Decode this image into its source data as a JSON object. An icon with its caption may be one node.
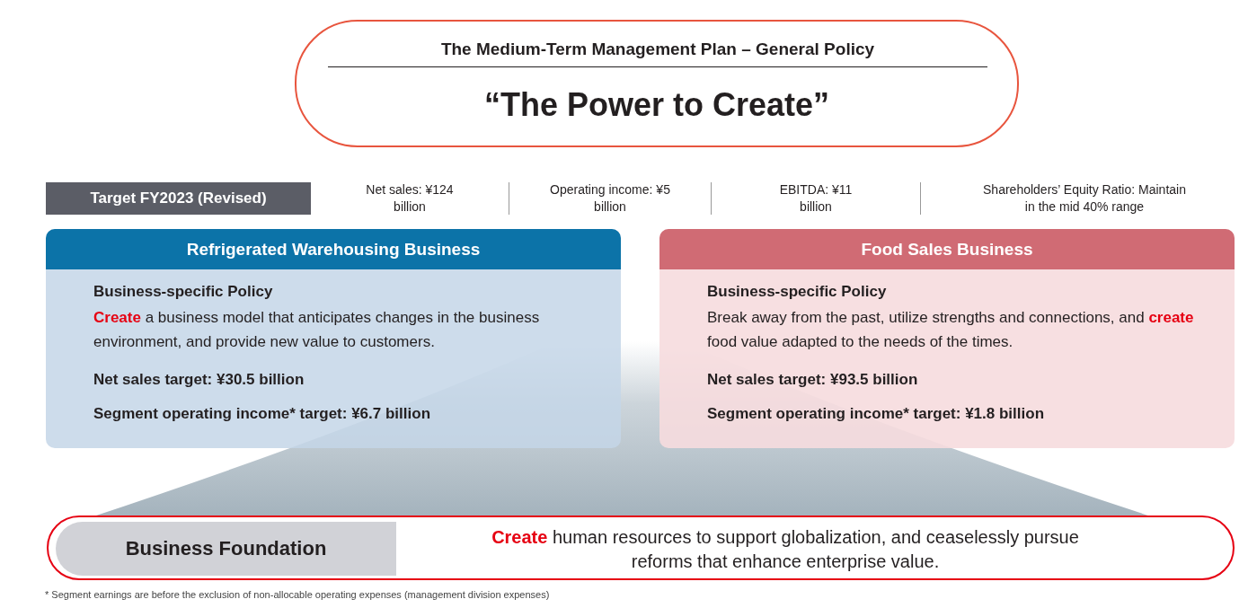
{
  "diagram": {
    "nodes": [
      {
        "text": [
          "The Medium-Term Management Plan – General Policy",
          "“The Power to Create”"
        ]
      },
      {
        "text": [
          "Target FY2023 (Revised)"
        ]
      },
      {
        "text": [
          "Refrigerated Warehousing Business",
          "Business-specific Policy",
          "**Create** a business model that anticipates changes in the business environment, and provide new value to customers.",
          "Net sales target: ¥30.5 billion",
          "Segment operating income* target: ¥6.7 billion"
        ]
      },
      {
        "text": [
          "Food Sales Business",
          "Business-specific Policy",
          "Break away from the past, utilize strengths and connections, and **create** food value adapted to the needs of the times.",
          "Net sales target: ¥93.5 billion",
          "Segment operating income* target: ¥1.8 billion"
        ]
      },
      {
        "text": [
          "**Create** human resources to support globalization, and ceaselessly pursue reforms that enhance enterprise value."
        ]
      },
      {
        "text": [
          "Business Foundation"
        ],
        "in": 4
      }
    ],
    "edges": [],
    "labels": [
      "Net sales: ¥124 billion",
      "Operating income: ¥5 billion",
      "EBITDA: ¥11 billion",
      "Shareholders’ Equity Ratio: Maintain in the mid 40% range",
      "* Segment earnings are before the exclusion of non-allocable operating expenses (management division expenses)"
    ]
  }
}
